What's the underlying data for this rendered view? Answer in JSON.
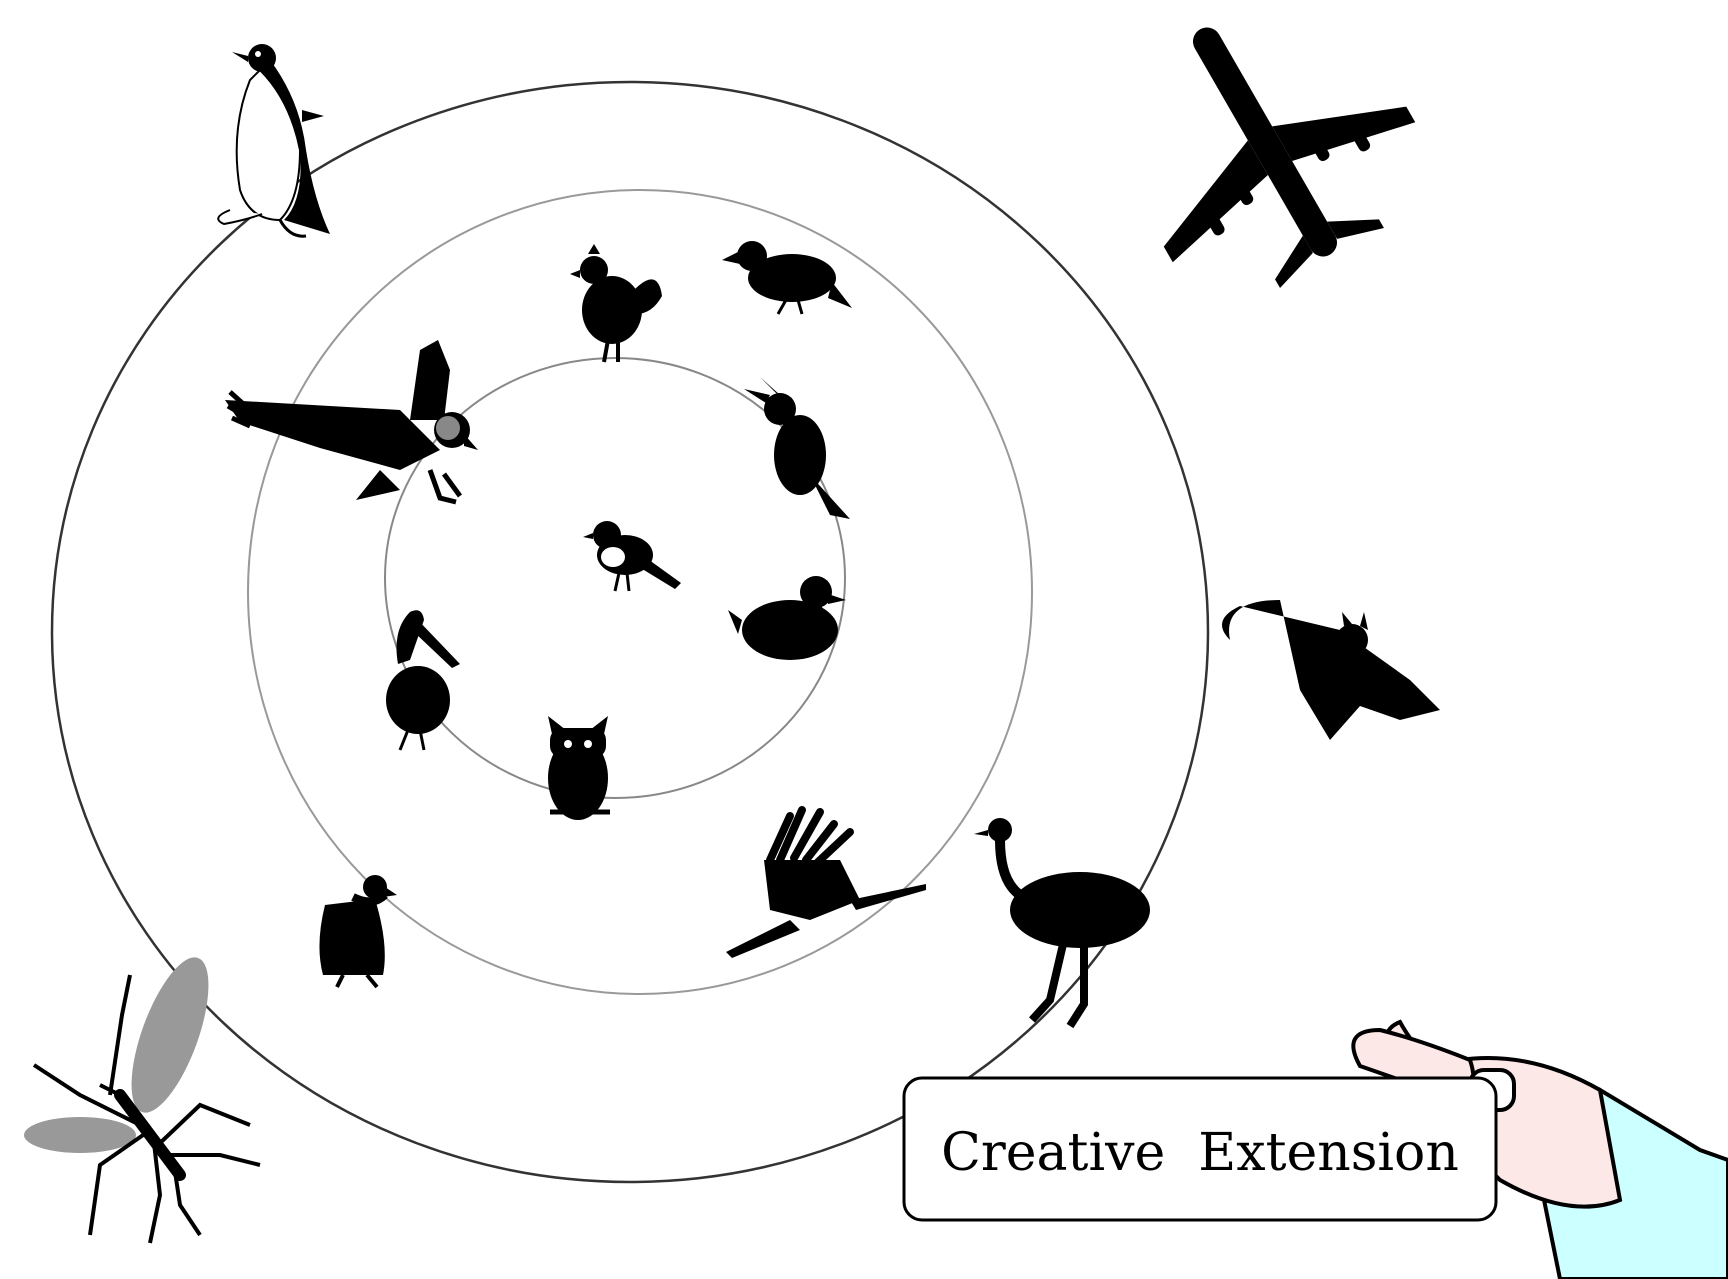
{
  "diagram": {
    "type": "concentric-prototype-categories",
    "colors": {
      "silhouette": "#000000",
      "ring_outer": "#333333",
      "ring_inner": "#888888",
      "label_box_border": "#000000",
      "hand_skin": "#fde8e8",
      "sleeve": "#ccffff",
      "wing_gray": "#999999"
    },
    "rings": [
      {
        "name": "inner-ring"
      },
      {
        "name": "middle-ring"
      },
      {
        "name": "outer-ring"
      }
    ],
    "items": [
      {
        "name": "robin-icon",
        "ring": "center"
      },
      {
        "name": "chicken-icon",
        "ring": "inner"
      },
      {
        "name": "cockatoo-icon",
        "ring": "inner"
      },
      {
        "name": "duck-icon",
        "ring": "inner"
      },
      {
        "name": "owl-icon",
        "ring": "inner"
      },
      {
        "name": "pelican-icon",
        "ring": "inner"
      },
      {
        "name": "eagle-icon",
        "ring": "middle"
      },
      {
        "name": "crow-icon",
        "ring": "middle"
      },
      {
        "name": "vulture-icon",
        "ring": "middle"
      },
      {
        "name": "heron-icon",
        "ring": "middle"
      },
      {
        "name": "penguin-icon",
        "ring": "outer"
      },
      {
        "name": "ostrich-icon",
        "ring": "outer"
      },
      {
        "name": "airplane-icon",
        "ring": "outside"
      },
      {
        "name": "bat-icon",
        "ring": "outside"
      },
      {
        "name": "mosquito-icon",
        "ring": "outside"
      }
    ],
    "label": {
      "text": "Creative  Extension"
    }
  }
}
